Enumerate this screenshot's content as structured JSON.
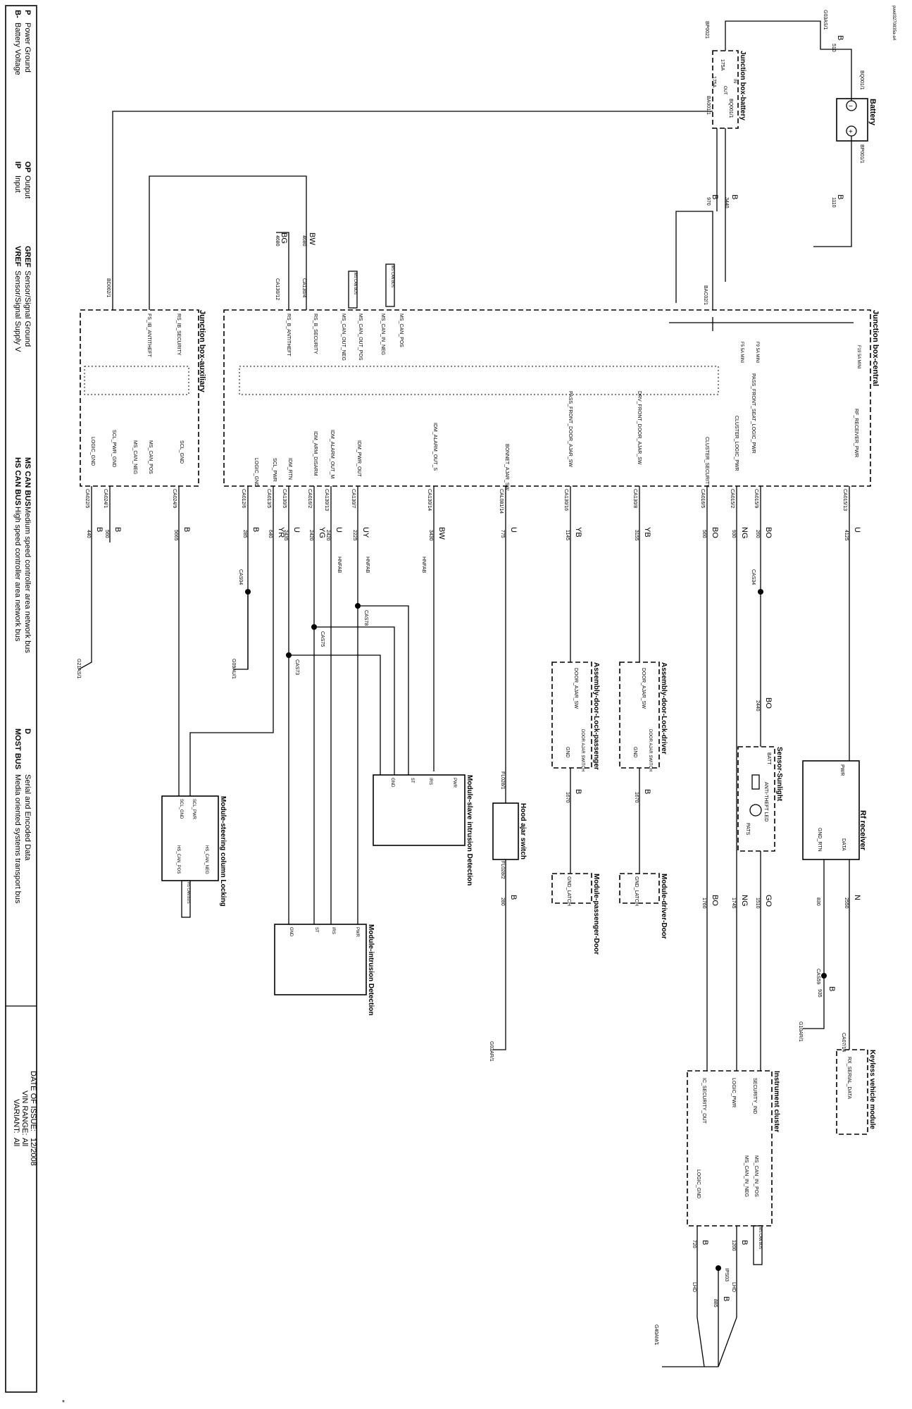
{
  "sheet": {
    "doc_code": "pwell3270835a-a4",
    "footnote_mark": "*"
  },
  "legend": {
    "left": [
      {
        "code": "B-",
        "text": "Battery Voltage"
      },
      {
        "code": "P",
        "text": "Power Ground"
      },
      {
        "code": "IP",
        "text": "Input"
      },
      {
        "code": "OP",
        "text": "Output"
      },
      {
        "code": "VREF",
        "text": "Sensor/Signal Supply V"
      },
      {
        "code": "GREF",
        "text": "Sensor/Signal Ground"
      },
      {
        "code": "HS CAN BUS",
        "text": "High speed controller area network bus"
      },
      {
        "code": "MS CAN BUS",
        "text": "Medium speed controller area network bus"
      },
      {
        "code": "MOST BUS",
        "text": "Media oriented systems transport bus"
      },
      {
        "code": "D",
        "text": "Serial and Encoded Data"
      }
    ],
    "variant": {
      "label": "VARIANT:",
      "value": "All"
    },
    "vin": {
      "label": "VIN RANGE:",
      "value": "All"
    },
    "date": {
      "label": "DATE OF ISSUE:",
      "value": "12/2008"
    }
  },
  "components": {
    "battery": {
      "title": "Battery",
      "neg": "−",
      "pos": "+",
      "conn_neg": "BQ001/1",
      "conn_pos": "BP001/1"
    },
    "jb_battery": {
      "title": "Junction box-battery",
      "fuse_a": "175A",
      "fuse_b": "175A",
      "conn_in": "BP0021",
      "conn_out1": "BA001/1",
      "conn_out2": "BQ001/1",
      "pin_a": "IN",
      "pin_b": "OUT"
    },
    "jb_central": {
      "title": "Junction box-central",
      "fuses": [
        "F19 5A MINI",
        "F9 5A MINI",
        "F5 5A MINI"
      ],
      "conn_feed": "BAC02/1"
    },
    "jb_aux": {
      "title": "Junction box-auxiliary",
      "conn_feed": "BD002/1"
    },
    "rf_receiver": {
      "title": "Rf receiver",
      "pins": [
        "PWR",
        "GND_RTN",
        "DATA"
      ]
    },
    "sunlight": {
      "title": "Sensor-Sunlight",
      "pins": [
        "BATT",
        "PATS"
      ],
      "label": "ANTI-THEFT LED"
    },
    "door_lock_driver": {
      "title": "Assembly-door-Lock-driver",
      "pins": [
        "DOOR_AJAR_SW",
        "GND"
      ],
      "switch": "DOOR AJAR SWITCH"
    },
    "door_lock_pass": {
      "title": "Assembly-door-Lock-passenger",
      "pins": [
        "DOOR_AJAR_SW",
        "GND"
      ],
      "switch": "DOOR AJAR SWITCH"
    },
    "driver_door": {
      "title": "Module-driver-Door",
      "pin": "GND_LATCH"
    },
    "pass_door": {
      "title": "Module-passenger-Door",
      "pin": "GND_LATCH"
    },
    "hood": {
      "title": "Hood ajar switch",
      "conn_a": "FL028/1",
      "conn_b": "FL028/2"
    },
    "slave_intrusion": {
      "title": "Module-slave intrusion Detection",
      "pins": [
        "PWR",
        "IRS",
        "ST",
        "GND"
      ]
    },
    "intrusion": {
      "title": "Module-intrusion Detection",
      "pins": [
        "PWR",
        "IRS",
        "ST",
        "GND"
      ]
    },
    "steering": {
      "title": "Module-steering column Locking",
      "pins": [
        "SCL_PWR",
        "SCL_GND",
        "HS_CAN_NEG",
        "HS_CAN_POS"
      ]
    },
    "keyless": {
      "title": "Keyless vehicle module",
      "pin": "RX_SERIAL_DATA",
      "conn": "CA07/14"
    },
    "cluster": {
      "title": "Instrument cluster",
      "pins": [
        "SECURITY_IND",
        "LOGIC_PWR",
        "IC_SECURITY_OUT",
        "MS_CAN_IN_POS",
        "MS_CAN_IN_NEG",
        "LOGIC_GND"
      ]
    }
  },
  "signals_central": [
    "RF_RECEIVER_PWR",
    "PASS_FRONT_SEAT_LOGIC_PWR",
    "CLUSTER_LOGIC_PWR",
    "CLUSTER_SECURITY",
    "DRV_FRONT_DOOR_AJAR_SW",
    "PASS_FRONT_DOOR_AJAR_SW",
    "BONNET_AJAR_SW",
    "IDM_ALARM_OUT_S",
    "IDM_PWR_OUT",
    "IDM_ALARM_OUT_M",
    "IDM_ARM_DISARM",
    "IDM_RTN",
    "SCL_PWR",
    "LOGIC_GND",
    "MS_CAN_POS",
    "MS_CAN_IN_NEG",
    "MS_CAN_OUT_POS",
    "MS_CAN_OUT_NEG",
    "RS_B_SECURITY",
    "RS_B_ANTITHEFT"
  ],
  "signals_aux": [
    "RS_IB_SECURITY",
    "FS_IB_ANTITHEFT",
    "SCL_GND",
    "MS_CAN_POS",
    "MS_CAN_NEG",
    "SCL_PWR_GND",
    "LOGIC_GND"
  ],
  "wires": {
    "rf": {
      "conn": "CA015/13",
      "color": "U",
      "num": "4125"
    },
    "pass_seat": {
      "conn": "CA015/9",
      "color": "BO",
      "num": "260"
    },
    "cluster_pwr": {
      "conn": "CA015/2",
      "color": "NG",
      "num": "930"
    },
    "cluster_sec": {
      "conn": "CA016/5",
      "color": "BO",
      "num": "560"
    },
    "drv_door": {
      "conn": "CA130/8",
      "color": "YB",
      "num": "3155"
    },
    "pass_door": {
      "conn": "CA130/16",
      "color": "YB",
      "num": "1145"
    },
    "bonnet": {
      "conn": "CAL081/14",
      "color": "U",
      "num": "775"
    },
    "idm_s": {
      "conn": "CA130/14",
      "color": "BW",
      "num": "3430"
    },
    "idm_pwr": {
      "conn": "CA130/7",
      "color": "UY",
      "num": "2225"
    },
    "idm_m": {
      "conn": "CA130/13",
      "color": "U",
      "num": "2420"
    },
    "idm_arm": {
      "conn": "CA016/2",
      "color": "YG",
      "num": "2420"
    },
    "idm_rtn": {
      "conn": "CA130/5",
      "color": "U",
      "num": "2435"
    },
    "scl_pwr": {
      "conn": "CA013/5",
      "color": "YR",
      "num": "640"
    },
    "logic_gnd": {
      "conn": "CA012/6",
      "color": "B",
      "num": "285"
    },
    "jb_out1": {
      "color": "B",
      "num": "1110"
    },
    "jb_out2": {
      "color": "B",
      "num": "3440"
    },
    "jb_out3": {
      "color": "B",
      "num": "970"
    },
    "jb_in": {
      "color": "B",
      "num": "510"
    },
    "bus_bw": {
      "color": "BW",
      "num": "4680",
      "conn": "CA130/4"
    },
    "bus_bg": {
      "color": "BG",
      "num": "4680",
      "conn": "CA130/12"
    },
    "aux_scl": {
      "conn": "CA024/9",
      "color": "B",
      "num": "5665"
    },
    "aux_can": {
      "conn": "CA024/1",
      "color": "B",
      "num": "560"
    },
    "aux_gnd": {
      "conn": "CA022/5",
      "color": "B",
      "num": "440"
    },
    "sun_out": {
      "color": "BO",
      "num": "2440"
    },
    "sun_go": {
      "color": "GO",
      "num": "1510"
    },
    "ng_cluster": {
      "color": "NG",
      "num": "1745"
    },
    "bo_cluster": {
      "color": "BO",
      "num": "1760"
    },
    "rf_data": {
      "color": "N",
      "num": "2550"
    },
    "rf_gnd": {
      "color": "B",
      "num": "830"
    },
    "rf_gnd2": {
      "color": "B",
      "num": "935"
    },
    "hood_gnd": {
      "color": "B",
      "num": "280"
    },
    "door_gnd_d": {
      "color": "B",
      "num": "1670"
    },
    "door_gnd_p": {
      "color": "B",
      "num": "1670"
    },
    "cluster_gnd1": {
      "color": "B",
      "num": "720"
    },
    "cluster_gnd2": {
      "color": "B",
      "num": "1200"
    },
    "cluster_gnd3": {
      "color": "B",
      "num": "885"
    }
  },
  "grounds": [
    "G03AS/1",
    "G10AR/1",
    "G03AR/1",
    "G21AS/1",
    "G09AU/1",
    "G40AM/1"
  ],
  "splices": [
    "CAS34",
    "CAS75",
    "CAS73",
    "CAS78",
    "CAS04",
    "CAS59",
    "IPS03"
  ],
  "bus_tag": "MS CAN BUS",
  "bus_tag_hs": "HS CAN BUS",
  "variant_tag": "LHD",
  "harness_tag": "HNFAB"
}
